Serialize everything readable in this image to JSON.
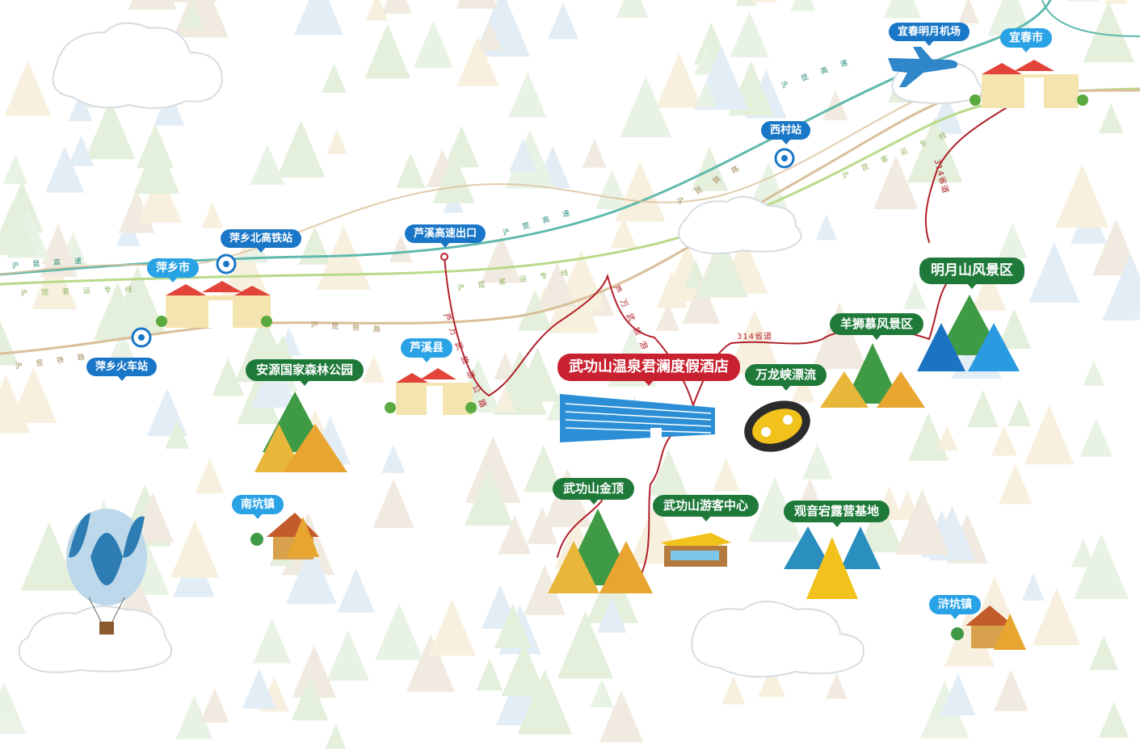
{
  "map_title": "",
  "colors": {
    "highway": "#5fb9ad",
    "express_rail": "#b9d98a",
    "railway": "#d9bf9a",
    "provincial_road": "#b1202a",
    "label_blue": "#1a77c7",
    "label_green": "#1f7a3a",
    "label_red": "#c8212f"
  },
  "places": {
    "yichun_airport": "宜春明月机场",
    "yichun_city": "宜春市",
    "xicun_station": "西村站",
    "pingxiang_north_station": "萍乡北高铁站",
    "pingxiang_city": "萍乡市",
    "pingxiang_station": "萍乡火车站",
    "anyuan_forest_park": "安源国家森林公园",
    "luxi_exit": "芦溪高速出口",
    "luxi_county": "芦溪县",
    "hotel": "武功山温泉君澜度假酒店",
    "wanlong_rafting": "万龙峡漂流",
    "yangshimu_area": "羊狮慕风景区",
    "mingyueshan_area": "明月山风景区",
    "wugongshan_summit": "武功山金顶",
    "visitor_center": "武功山游客中心",
    "guanyinsu_camp": "观音宕露营基地",
    "nankeng_town": "南坑镇",
    "jiangkeng_town": "浒坑镇"
  },
  "roads": {
    "hukun_highway": "沪 昆 高 速",
    "hukun_passenger_line": "沪 昆 客 运 专 线",
    "hukun_railway": "沪 昆 铁 路",
    "luwan_road": "芦 万 武 旅 游 公 路",
    "provincial_314": "314省道"
  },
  "icons": [
    "airplane-icon",
    "train-station-icon",
    "hot-air-balloon",
    "rafting-boat",
    "camping-tent",
    "mountain-peak",
    "town-buildings",
    "cabin",
    "cloud"
  ]
}
